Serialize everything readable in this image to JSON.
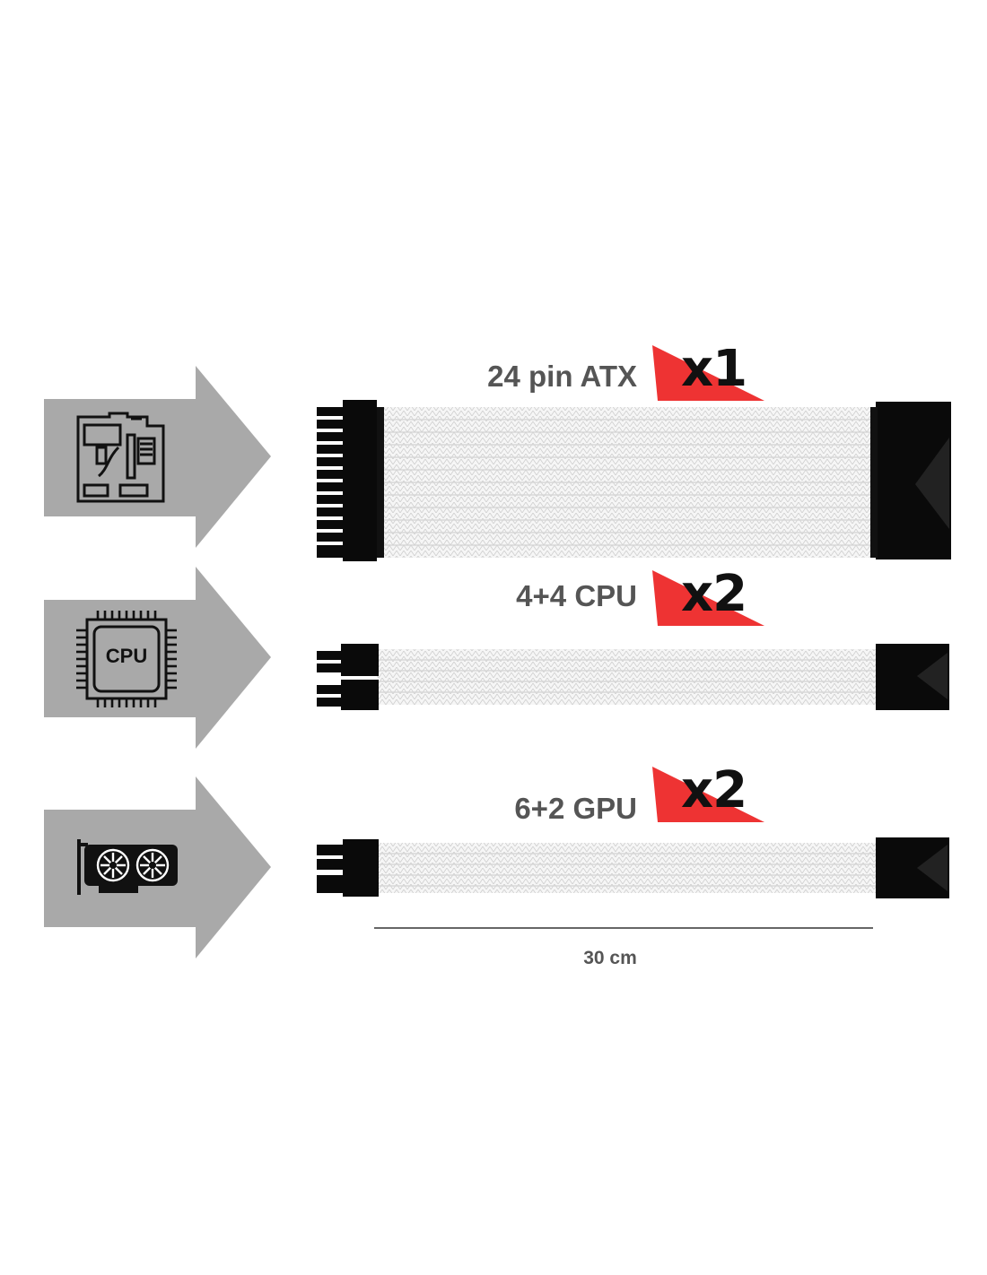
{
  "cables": [
    {
      "label": "24 pin ATX",
      "quantity": "x1",
      "device_icon": "motherboard-icon"
    },
    {
      "label": "4+4 CPU",
      "quantity": "x2",
      "device_icon": "cpu-icon",
      "icon_text": "CPU"
    },
    {
      "label": "6+2 GPU",
      "quantity": "x2",
      "device_icon": "graphics-card-icon"
    }
  ],
  "length_label": "30 cm",
  "colors": {
    "arrow": "#a9a9a9",
    "badge": "#ee3333",
    "label": "#555555",
    "connector": "#0a0a0a",
    "sleeve": "#f4f4f4"
  }
}
